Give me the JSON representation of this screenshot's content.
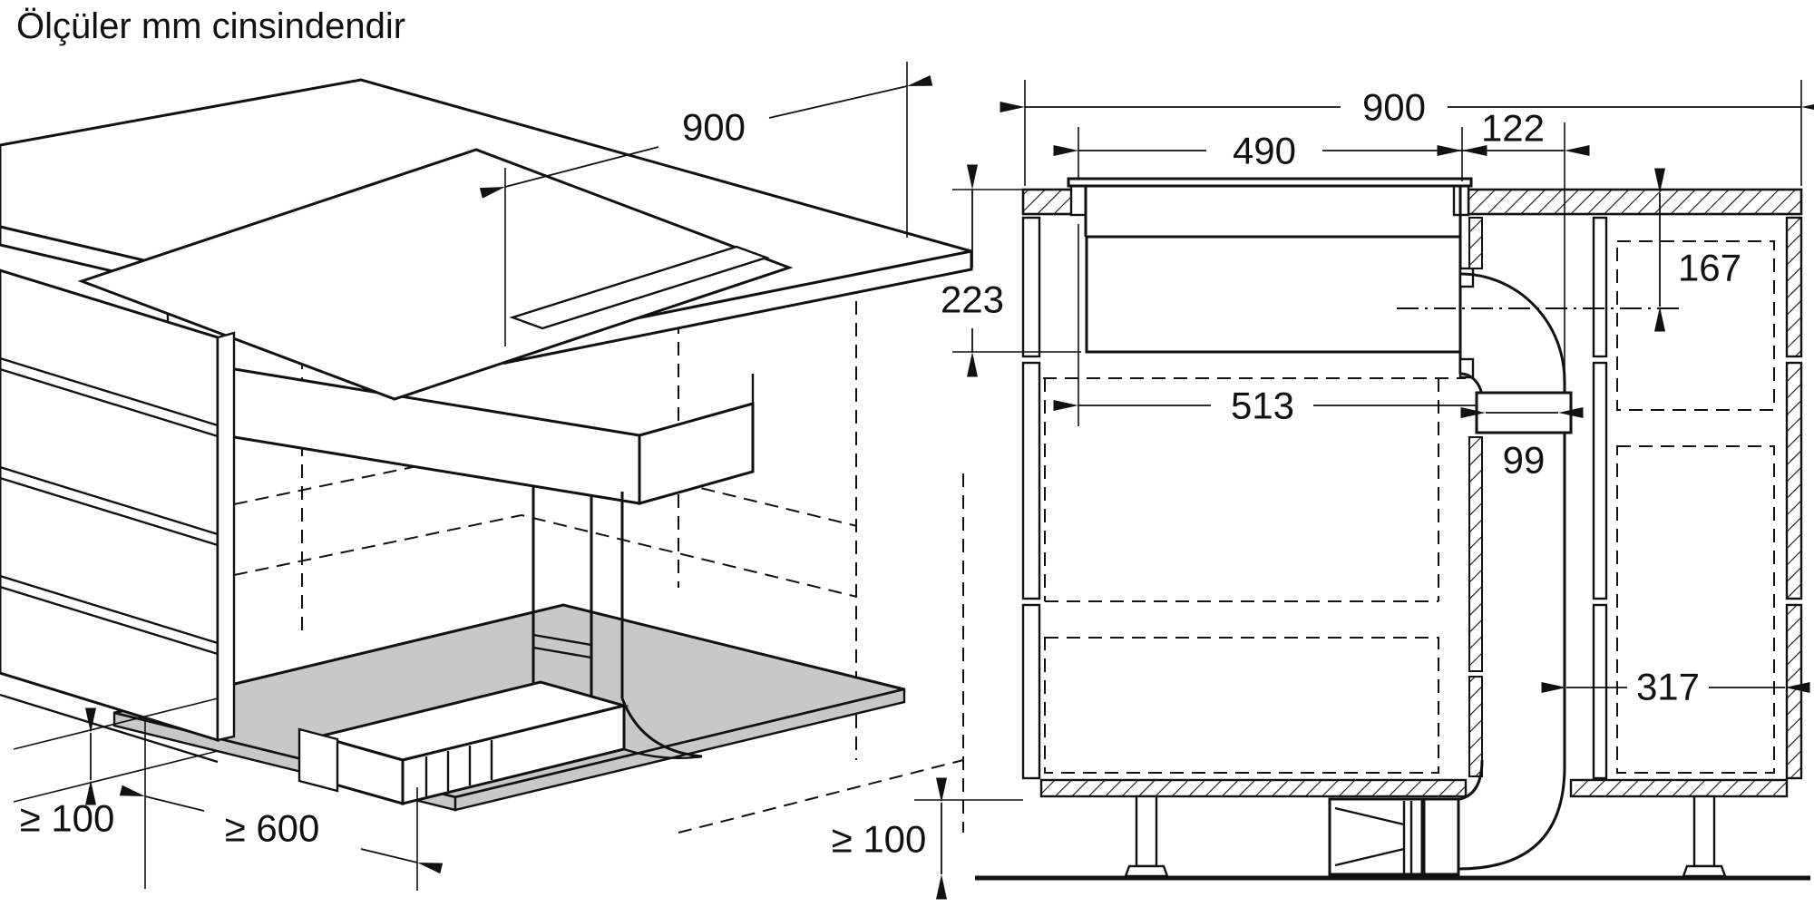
{
  "title": "Ölçüler mm cinsindendir",
  "colors": {
    "line": "#111111",
    "shelf_fill": "#c8c8c8",
    "background": "#ffffff"
  },
  "left_diagram": {
    "name": "isometric installation view",
    "dims": {
      "worktop_depth": "900",
      "plinth_height": "≥ 100",
      "front_clearance": "≥ 600"
    }
  },
  "right_diagram": {
    "name": "section installation view",
    "dims": {
      "worktop_total": "900",
      "cutout_back_offset": "122",
      "glass_width": "490",
      "installation_height": "223",
      "duct_axis_offset": "167",
      "body_width": "513",
      "duct_width": "99",
      "rear_clearance": "317",
      "plinth_height": "≥ 100"
    }
  }
}
